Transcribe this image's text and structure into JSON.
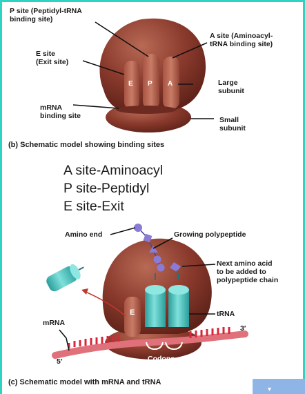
{
  "panel_b": {
    "labels": {
      "p_site": "P site (Peptidyl-tRNA\nbinding site)",
      "a_site": "A site (Aminoacyl-\ntRNA binding site)",
      "e_site": "E site\n(Exit site)",
      "large_subunit": "Large\nsubunit",
      "mrna_binding_site": "mRNA\nbinding site",
      "small_subunit": "Small\nsubunit"
    },
    "slot_letters": {
      "e": "E",
      "p": "P",
      "a": "A"
    },
    "caption": "(b) Schematic model showing binding sites"
  },
  "notes": [
    "A site-Aminoacyl",
    "P site-Peptidyl",
    "E site-Exit"
  ],
  "panel_c": {
    "labels": {
      "amino_end": "Amino end",
      "growing_polypeptide": "Growing polypeptide",
      "next_amino_acid": "Next amino acid\nto be added to\npolypeptide chain",
      "trna": "tRNA",
      "mrna": "mRNA",
      "five_prime": "5′",
      "three_prime": "3′",
      "codons": "Codons",
      "e_letter": "E"
    },
    "caption": "(c) Schematic model with mRNA and tRNA"
  },
  "nav": {
    "glyph": "▾"
  },
  "colors": {
    "ribosome": "#8a3a2c",
    "trna": "#37b7b4",
    "mrna": "#d9253a",
    "frame": "#2fd3c2"
  }
}
